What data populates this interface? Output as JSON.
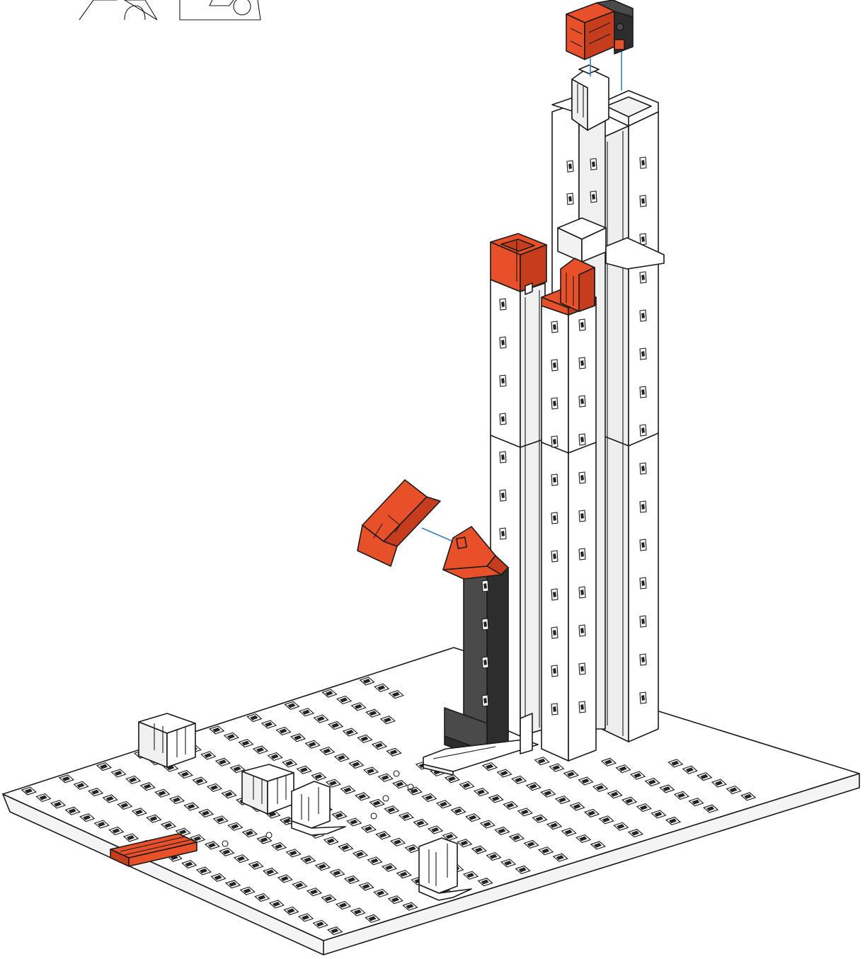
{
  "colors": {
    "part_white": "#ffffff",
    "part_white_shade": "#eeeeee",
    "part_red": "#e8502a",
    "part_red_shade": "#c63d1d",
    "part_black": "#4a4a4a",
    "part_black_shade": "#2d2d2d",
    "outline": "#1a1a1a",
    "connector_line": "#3a7fc4",
    "background": "#ffffff"
  },
  "parts": [
    {
      "id": "base-plate",
      "color": "white"
    },
    {
      "id": "tall-column-left",
      "color": "white"
    },
    {
      "id": "tall-column-middle",
      "color": "white"
    },
    {
      "id": "tall-column-right",
      "color": "white"
    },
    {
      "id": "top-coupling-block",
      "color": "red-black"
    },
    {
      "id": "red-cap-left",
      "color": "red"
    },
    {
      "id": "red-cap-middle",
      "color": "red"
    },
    {
      "id": "angled-red-cap",
      "color": "red"
    },
    {
      "id": "red-flat-block",
      "color": "red"
    },
    {
      "id": "black-angle-bracket",
      "color": "black"
    },
    {
      "id": "red-flat-plate",
      "color": "red"
    },
    {
      "id": "white-building-block-1",
      "color": "white"
    },
    {
      "id": "white-building-block-2",
      "color": "white"
    },
    {
      "id": "white-angle-bracket-1",
      "color": "white"
    },
    {
      "id": "white-angle-bracket-2",
      "color": "white"
    }
  ],
  "inset": {
    "shapes": [
      "part-silhouette-1",
      "part-silhouette-2"
    ]
  }
}
